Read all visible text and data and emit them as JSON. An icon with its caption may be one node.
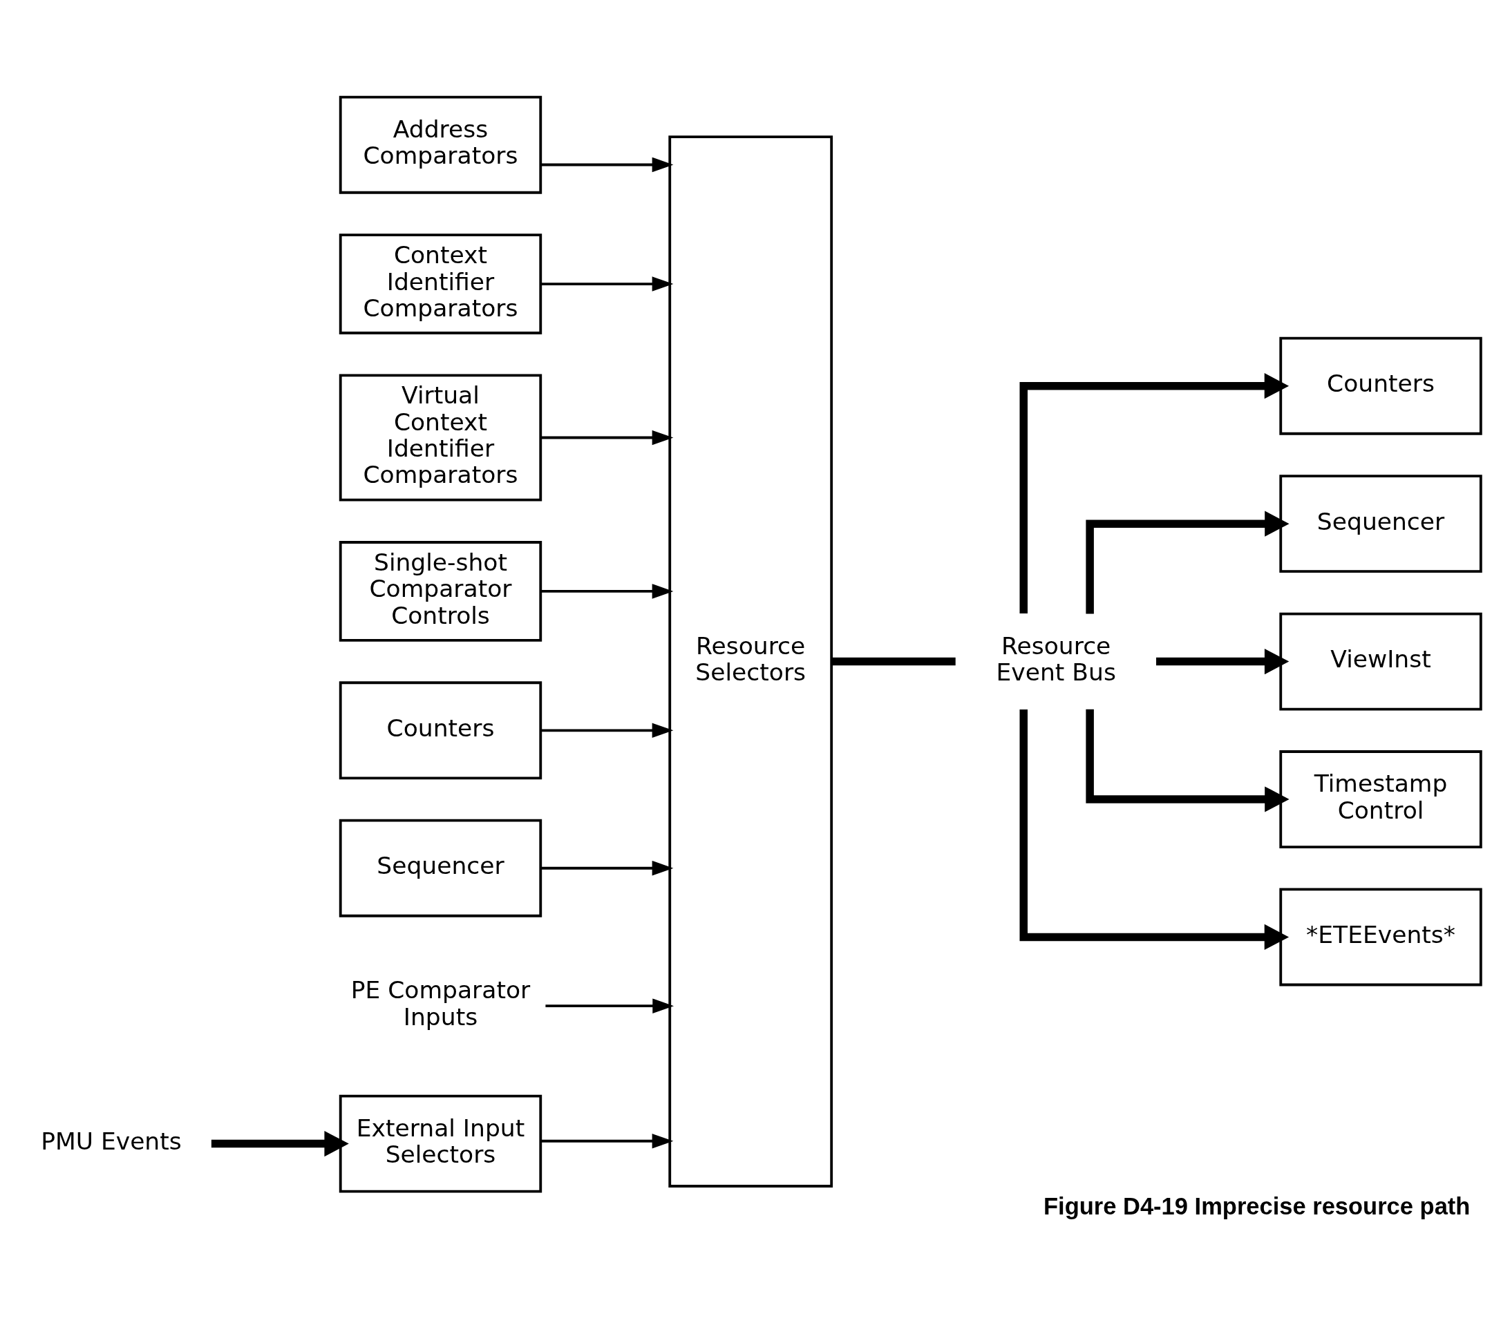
{
  "diagram": {
    "caption": "Figure D4-19 Imprecise resource path",
    "nodes": [
      {
        "text": [
          "Address Comparators"
        ]
      },
      {
        "text": [
          "Context Identifier Comparators"
        ]
      },
      {
        "text": [
          "Virtual Context Identifier Comparators"
        ]
      },
      {
        "text": [
          "Single-shot Comparator Controls"
        ]
      },
      {
        "text": [
          "Counters"
        ]
      },
      {
        "text": [
          "Sequencer"
        ]
      },
      {
        "text": [
          "PE Comparator Inputs"
        ]
      },
      {
        "text": [
          "PMU Events"
        ]
      },
      {
        "text": [
          "External Input Selectors"
        ]
      },
      {
        "text": [
          "Resource Selectors"
        ]
      },
      {
        "text": [
          "Resource Event Bus"
        ]
      },
      {
        "text": [
          "Counters"
        ]
      },
      {
        "text": [
          "Sequencer"
        ]
      },
      {
        "text": [
          "ViewInst"
        ]
      },
      {
        "text": [
          "Timestamp Control"
        ]
      },
      {
        "text": [
          "*ETEEvents*"
        ]
      }
    ],
    "edges": [
      {
        "from": 0,
        "to": 9,
        "arrow": "to"
      },
      {
        "from": 1,
        "to": 9,
        "arrow": "to"
      },
      {
        "from": 2,
        "to": 9,
        "arrow": "to"
      },
      {
        "from": 3,
        "to": 9,
        "arrow": "to"
      },
      {
        "from": 4,
        "to": 9,
        "arrow": "to"
      },
      {
        "from": 5,
        "to": 9,
        "arrow": "to"
      },
      {
        "from": 6,
        "to": 9,
        "arrow": "to"
      },
      {
        "from": 7,
        "to": 8,
        "arrow": "to",
        "style": "thick"
      },
      {
        "from": 8,
        "to": 9,
        "arrow": "to"
      },
      {
        "from": 9,
        "to": 10,
        "arrow": "none",
        "style": "thick"
      },
      {
        "from": 10,
        "to": 11,
        "arrow": "to",
        "style": "thick"
      },
      {
        "from": 10,
        "to": 12,
        "arrow": "to",
        "style": "thick"
      },
      {
        "from": 10,
        "to": 13,
        "arrow": "to",
        "style": "thick"
      },
      {
        "from": 10,
        "to": 14,
        "arrow": "to",
        "style": "thick"
      },
      {
        "from": 10,
        "to": 15,
        "arrow": "to",
        "style": "thick"
      }
    ]
  }
}
